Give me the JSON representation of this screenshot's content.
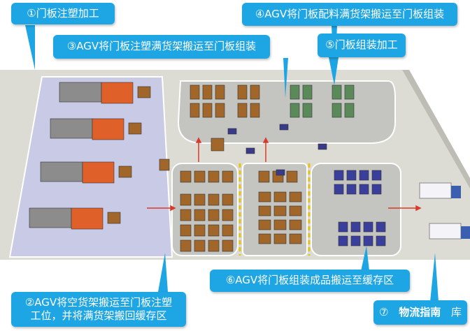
{
  "labels": {
    "step1": "①门板注塑加工",
    "step2": "②AGV将空货架搬运至门板注塑工位，并将满货架搬回缓存区",
    "step3": "③AGV将门板注塑满货架搬运至门板组装",
    "step4": "④AGV将门板配料满货架搬运至门板组装",
    "step5": "⑤门板组装加工",
    "step6": "⑥AGV将门板组装成品搬运至缓存区",
    "step7_num": "⑦",
    "step7_tail": "库"
  },
  "watermark": "物流指南",
  "colors": {
    "callout": "#1ea5e3",
    "floor": "#d9d9d2",
    "injection_zone": "#c9cbe6",
    "zone": "#c4c4c0",
    "rack_brown": "#a0662a",
    "rack_blue": "#3b3f9c",
    "machine": "#e0602a"
  }
}
